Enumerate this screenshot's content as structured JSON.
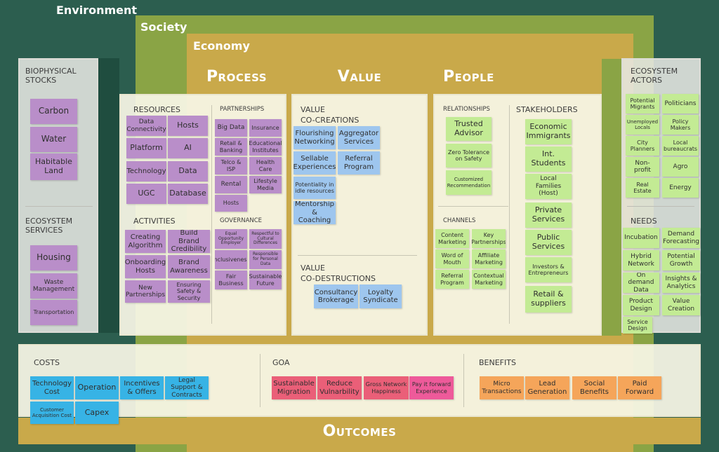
{
  "bands": {
    "environment": "Environment",
    "society": "Society",
    "economy": "Economy"
  },
  "headers": {
    "process": "Process",
    "value": "Value",
    "people": "People",
    "outcomes": "Outcomes"
  },
  "biophysical": {
    "title": "BIOPHYSICAL STOCKS",
    "items": [
      "Carbon",
      "Water",
      "Habitable Land"
    ]
  },
  "ecoservices": {
    "title": "ECOSYSTEM SERVICES",
    "items": [
      "Housing",
      "Waste Management",
      "Transportation"
    ]
  },
  "resources": {
    "title": "RESOURCES",
    "items": [
      "Data Connectivity",
      "Hosts",
      "Platform",
      "AI",
      "Technology",
      "Data",
      "UGC",
      "Database"
    ]
  },
  "partnerships": {
    "title": "PARTNERSHIPS",
    "items": [
      "Big Data",
      "Insurance",
      "Retail & Banking",
      "Educational Institutes",
      "Telco & ISP",
      "Health Care",
      "Rental",
      "Lifestyle Media",
      "Hosts"
    ]
  },
  "activities": {
    "title": "ACTIVITIES",
    "items": [
      "Creating Algorithm",
      "Build Brand Credibility",
      "Onboarding Hosts",
      "Brand Awareness",
      "New Partnerships",
      "Ensuring Safety & Security"
    ]
  },
  "governance": {
    "title": "GOVERNANCE",
    "items": [
      "Equal Opportunity Employer",
      "Respectful to Cultural Differences",
      "Inclusiveness",
      "Responsible for Personal Data",
      "Fair Business",
      "Sustainable Future"
    ]
  },
  "cocreations": {
    "title_1": "VALUE",
    "title_2": "CO-CREATIONS",
    "items": [
      "Flourishing Networking",
      "Aggregator Services",
      "Sellable Experiences",
      "Referral Program",
      "Potentiality in idle resources",
      "Mentorship & Coaching"
    ]
  },
  "codestructions": {
    "title_1": "VALUE",
    "title_2": "CO-DESTRUCTIONS",
    "items": [
      "Consultancy Brokerage",
      "Loyalty Syndicate"
    ]
  },
  "relationships": {
    "title": "RELATIONSHIPS",
    "items": [
      "Trusted Advisor",
      "Zero Tolerance on Safety",
      "Customized Recommendation"
    ]
  },
  "stakeholders": {
    "title": "STAKEHOLDERS",
    "items": [
      "Economic Immigrants",
      "Int. Students",
      "Local Families (Host)",
      "Private Services",
      "Public Services",
      "Investors & Entrepreneurs",
      "Retail & suppliers"
    ]
  },
  "channels": {
    "title": "CHANNELS",
    "items": [
      "Content Marketing",
      "Key Partnerships",
      "Word of Mouth",
      "Affiliate Marketing",
      "Referral Program",
      "Contextual Marketing"
    ]
  },
  "actors": {
    "title": "ECOSYSTEM ACTORS",
    "items": [
      "Potential Migrants",
      "Politicians",
      "Unemployed Locals",
      "Policy Makers",
      "City Planners",
      "Local bureaucrats",
      "Non-profit",
      "Agro",
      "Real Estate",
      "Energy"
    ]
  },
  "needs": {
    "title": "NEEDS",
    "items": [
      "Incubation",
      "Demand Forecasting",
      "Hybrid Network",
      "Potential Growth",
      "On demand Data",
      "Insights & Analytics",
      "Product Design",
      "Value Creation",
      "Service Design"
    ]
  },
  "costs": {
    "title": "COSTS",
    "items": [
      "Technology Cost",
      "Operation",
      "Incentives & Offers",
      "Legal Support & Contracts",
      "Customer Acquisition Cost",
      "Capex"
    ]
  },
  "goa": {
    "title": "GOA",
    "items": [
      "Sustainable Migration",
      "Reduce Vulnarbility",
      "Gross Network Happiness",
      "Pay it forward Experience"
    ]
  },
  "benefits": {
    "title": "BENEFITS",
    "items": [
      "Micro Transactions",
      "Lead Generation",
      "Social Benefits",
      "Paid Forward"
    ]
  },
  "colors": {
    "environment": "#2c5e4f",
    "society": "#8aa445",
    "economy": "#c9a94a",
    "resource_note": "#b98ec9",
    "value_note": "#9ec6ee",
    "people_note": "#c3eb94",
    "cost_note": "#37b3e5",
    "goa_note": "#ea5f78",
    "benefit_note": "#f5a55a"
  }
}
